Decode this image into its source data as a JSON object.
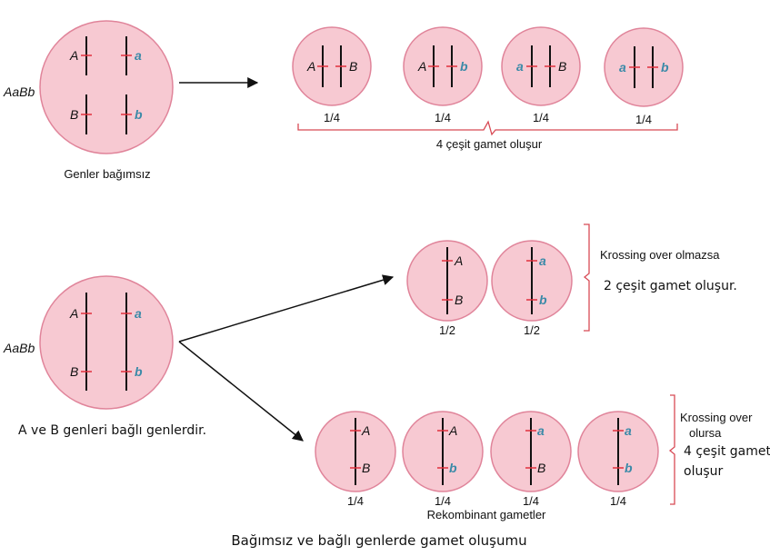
{
  "genotype": "AaBb",
  "alleles": {
    "A": "A",
    "a": "a",
    "B": "B",
    "b": "b"
  },
  "colors": {
    "cell_fill": "#f7c9d2",
    "cell_stroke": "#e0849a",
    "tick": "#e0303c",
    "lowercase": "#3b8aa8",
    "bracket": "#d84a55",
    "chromosome": "#111111"
  },
  "section_independent": {
    "parent_caption": "Genler bağımsız",
    "fractions": [
      "1/4",
      "1/4",
      "1/4",
      "1/4"
    ],
    "summary": "4 çeşit gamet oluşur"
  },
  "section_linked": {
    "parent_caption": "A ve B genleri bağlı genlerdir.",
    "no_crossover": {
      "fractions": [
        "1/2",
        "1/2"
      ],
      "condition": "Krossing over olmazsa",
      "result": "2 çeşit gamet oluşur."
    },
    "crossover": {
      "fractions": [
        "1/4",
        "1/4",
        "1/4",
        "1/4"
      ],
      "condition_line1": "Krossing over",
      "condition_line2": "olursa",
      "result_line1": "4 çeşit gamet",
      "result_line2": "oluşur",
      "recombinant_label": "Rekombinant gametler"
    }
  },
  "figure_caption": "Bağımsız ve bağlı genlerde gamet oluşumu"
}
